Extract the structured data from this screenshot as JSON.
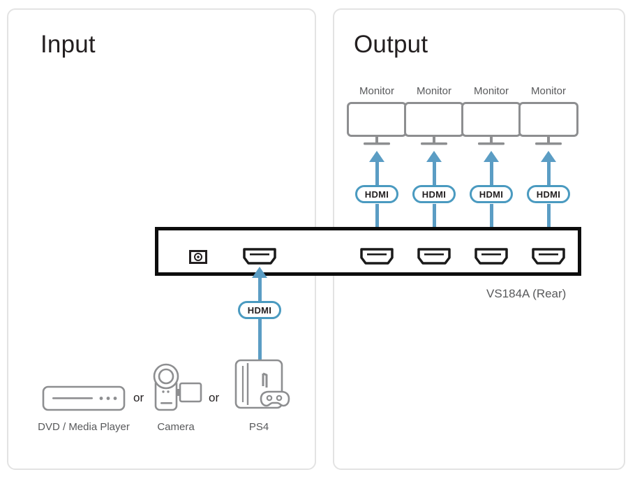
{
  "diagram": {
    "panels": {
      "input": {
        "title": "Input"
      },
      "output": {
        "title": "Output"
      }
    },
    "unit": {
      "caption": "VS184A (Rear)",
      "ports": {
        "power_jack": "power-jack",
        "input_hdmi": "hdmi-in-port",
        "output_hdmi_count": 4
      }
    },
    "input_sources": [
      {
        "icon": "dvd-media-player-icon",
        "label": "DVD / Media Player"
      },
      {
        "icon": "camera-icon",
        "label": "Camera"
      },
      {
        "icon": "ps4-console-icon",
        "label": "PS4"
      }
    ],
    "separators": [
      "or",
      "or"
    ],
    "input_cable": {
      "badge": "HDMI"
    },
    "outputs": [
      {
        "label": "Monitor",
        "badge": "HDMI",
        "icon": "monitor-icon"
      },
      {
        "label": "Monitor",
        "badge": "HDMI",
        "icon": "monitor-icon"
      },
      {
        "label": "Monitor",
        "badge": "HDMI",
        "icon": "monitor-icon"
      },
      {
        "label": "Monitor",
        "badge": "HDMI",
        "icon": "monitor-icon"
      }
    ],
    "colors": {
      "cable_blue": "#5b9dc4",
      "badge_border_blue": "#4a9ac0",
      "panel_border": "#e3e3e3",
      "chassis_outline": "#0d0d0d",
      "device_icon_gray": "#8d8e90",
      "label_gray": "#58595b",
      "title_black": "#231f20"
    }
  }
}
